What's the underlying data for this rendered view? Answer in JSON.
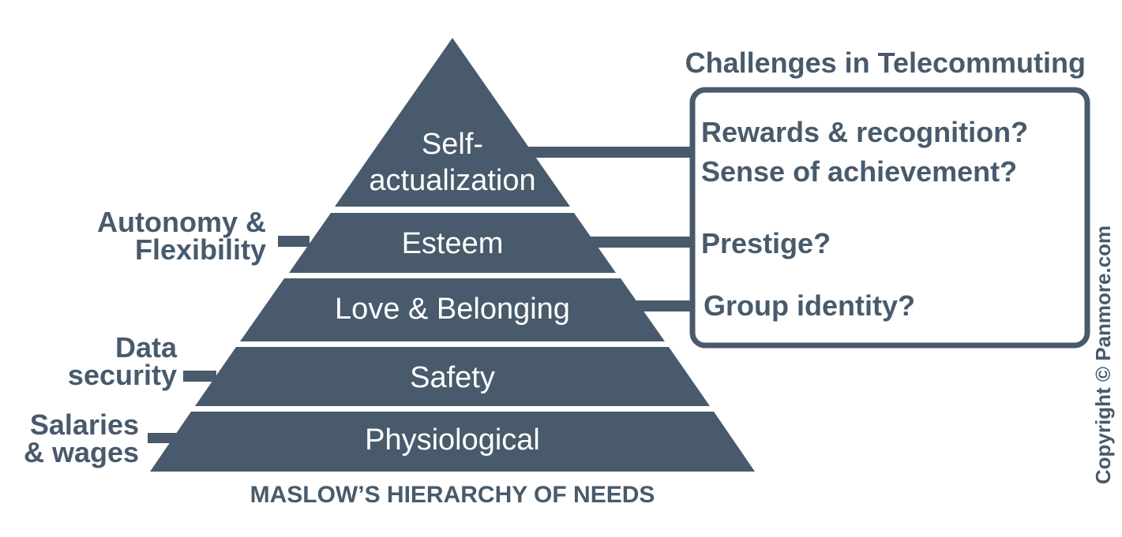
{
  "colors": {
    "primary": "#485a6b",
    "background": "#ffffff",
    "level_text": "#ffffff"
  },
  "pyramid": {
    "caption": "MASLOW’S HIERARCHY OF NEEDS",
    "levels": [
      {
        "lines": [
          "Self-",
          "actualization"
        ]
      },
      {
        "lines": [
          "Esteem"
        ]
      },
      {
        "lines": [
          "Love & Belonging"
        ]
      },
      {
        "lines": [
          "Safety"
        ]
      },
      {
        "lines": [
          "Physiological"
        ]
      }
    ]
  },
  "left_labels": [
    {
      "lines": [
        "Autonomy &",
        "Flexibility"
      ]
    },
    {
      "lines": [
        "Data",
        "security"
      ]
    },
    {
      "lines": [
        "Salaries",
        "& wages"
      ]
    }
  ],
  "challenges": {
    "title": "Challenges in Telecommuting",
    "items": [
      "Rewards & recognition?",
      "Sense of achievement?",
      "Prestige?",
      "Group identity?"
    ]
  },
  "copyright": "Copyright © Panmore.com"
}
